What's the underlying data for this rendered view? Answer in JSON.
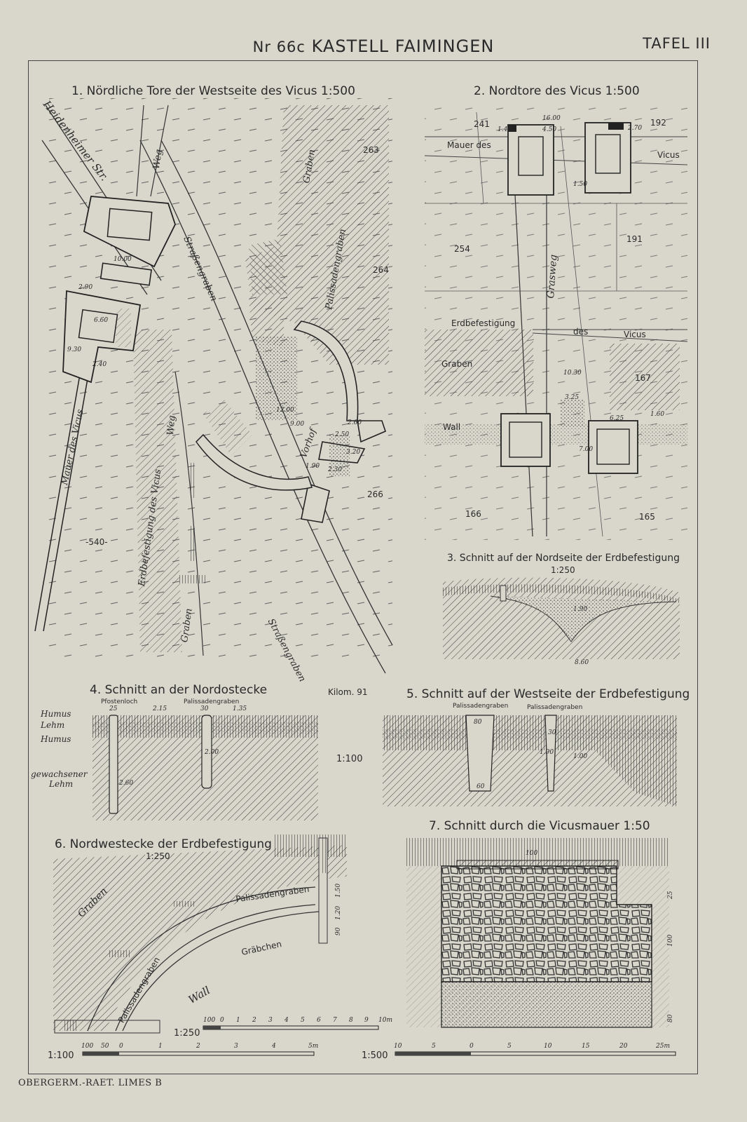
{
  "header": {
    "no_prefix": "Nr 66c",
    "title": "KASTELL FAIMINGEN",
    "plate": "TAFEL III"
  },
  "footer": "OBERGERM.-RAET. LIMES B",
  "fig1": {
    "caption": "1. Nördliche Tore der Westseite des Vicus 1:500",
    "labels": {
      "heidenheimer": "Heidenheimer Str.",
      "weg_top": "Weg",
      "strassengraben_1": "Straßengraben",
      "graben_top": "Graben",
      "palissadengraben": "Palissadengraben",
      "mauer_vicus": "Mauer des Vicus",
      "weg_mid": "Weg",
      "erdbefestigung": "Erdbefestigung des Vicus",
      "graben_low": "Graben",
      "vorhof": "Vorhof",
      "strassengraben_2": "Straßengraben",
      "kilom": "Kilom. 91"
    },
    "parcels": [
      "263",
      "264",
      "266",
      "-540-"
    ],
    "dims": [
      "10.00",
      "2.90",
      "6.60",
      "9.30",
      "2.40",
      "12.00",
      "9.00",
      "2.50",
      "3.20",
      "2.30",
      "1.90",
      "2.60"
    ]
  },
  "fig2": {
    "caption": "2. Nordtore des Vicus 1:500",
    "labels": {
      "mauer_des": "Mauer des",
      "vicus_1": "Vicus",
      "grasweg": "Grasweg",
      "erdbefestigung": "Erdbefestigung",
      "des": "des",
      "vicus_2": "Vicus",
      "graben": "Graben",
      "wall": "Wall"
    },
    "parcels": [
      "241",
      "192",
      "254",
      "191",
      "167",
      "166",
      "165"
    ],
    "dims": [
      "16.00",
      "4.50",
      "2.70",
      "1.40",
      "10.30",
      "3.25",
      "6.25",
      "1.60",
      "7.00",
      "1.50"
    ]
  },
  "fig3": {
    "caption": "3. Schnitt auf der Nordseite der Erdbefestigung",
    "scale": "1:250",
    "dims": [
      "8.60",
      "1.90"
    ]
  },
  "fig4": {
    "caption": "4. Schnitt an der Nordostecke",
    "labels": {
      "pfostenloch": "Pfostenloch",
      "palissadengraben": "Palissadengraben",
      "humus_1": "Humus",
      "lehm": "Lehm",
      "humus_2": "Humus",
      "gewachsener": "gewachsener",
      "lehm_2": "Lehm"
    },
    "dims": [
      "2.15",
      "1.35",
      "2.00",
      "2.60",
      "25",
      "30"
    ]
  },
  "shared_scale": "1:100",
  "fig5": {
    "caption": "5. Schnitt auf der Westseite der Erdbefestigung",
    "labels": {
      "palissadengraben_1": "Palissadengraben",
      "palissadengraben_2": "Palissadengraben"
    },
    "dims": [
      "80",
      "30",
      "1.90",
      "1.00",
      "60"
    ]
  },
  "fig6": {
    "caption": "6. Nordwestecke der Erdbefestigung",
    "scale": "1:250",
    "labels": {
      "graben": "Graben",
      "palissadengraben_1": "Palissadengraben",
      "graebchen": "Gräbchen",
      "palissadengraben_2": "Palissadengraben",
      "wall": "Wall"
    },
    "dims": [
      "1.50",
      "1.20",
      "90"
    ]
  },
  "fig7": {
    "caption": "7. Schnitt durch die Vicusmauer 1:50",
    "dims": [
      "100",
      "25",
      "100",
      "80"
    ]
  },
  "scalebars": {
    "s250": {
      "label": "1:250",
      "ticks": [
        "100",
        "0",
        "1",
        "2",
        "3",
        "4",
        "5",
        "6",
        "7",
        "8",
        "9",
        "10m"
      ]
    },
    "s100": {
      "label": "1:100",
      "ticks": [
        "100",
        "50",
        "0",
        "1",
        "2",
        "3",
        "4",
        "5m"
      ]
    },
    "s500": {
      "label": "1:500",
      "ticks": [
        "10",
        "5",
        "0",
        "5",
        "10",
        "15",
        "20",
        "25m"
      ]
    }
  }
}
